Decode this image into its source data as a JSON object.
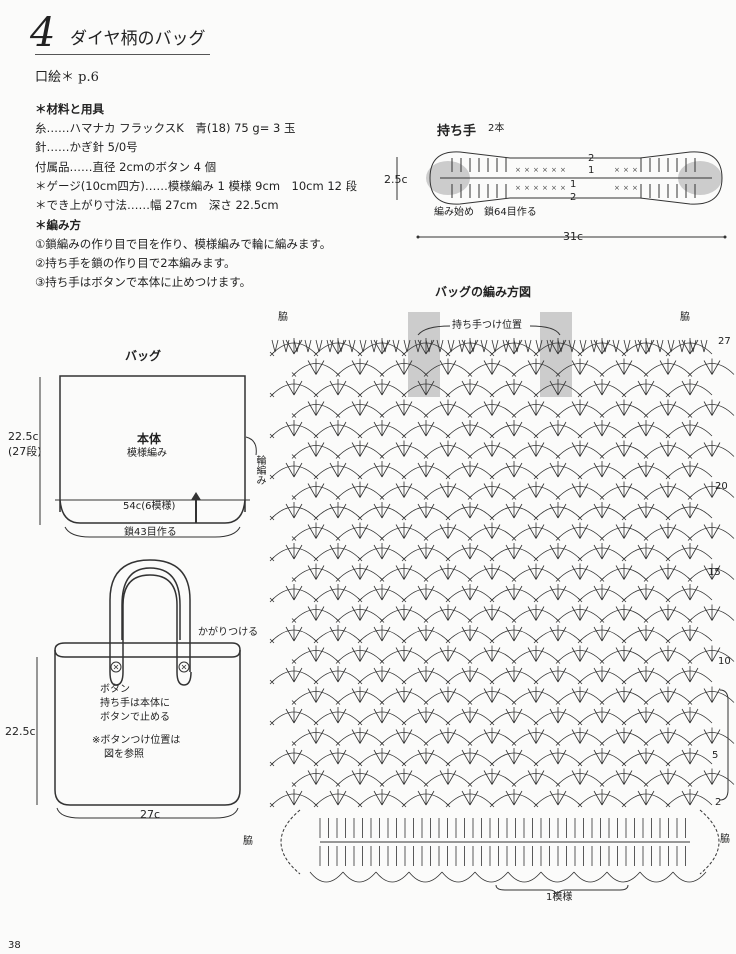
{
  "header": {
    "number": "4",
    "title": "ダイヤ柄のバッグ",
    "frontispiece": "口絵＊ p.6"
  },
  "materials": {
    "heading": "＊材料と用具",
    "yarn": "糸……ハマナカ フラックスK　青(18) 75 g= 3 玉",
    "needle": "針……かぎ針 5/0号",
    "accessories": "付属品……直径 2cmのボタン 4 個",
    "gauge": "＊ゲージ(10cm四方)……模様編み 1 模様 9cm　10cm 12 段",
    "size": "＊でき上がり寸法……幅 27cm　深さ 22.5cm",
    "method_heading": "＊編み方",
    "steps": [
      "①鎖編みの作り目で目を作り、模様編みで輪に編みます。",
      "②持ち手を鎖の作り目で2本編みます。",
      "③持ち手はボタンで本体に止めつけます。"
    ]
  },
  "handle": {
    "title": "持ち手",
    "count": "2本",
    "height": "2.5c",
    "start_note": "編み始め　鎖64目作る",
    "width": "31c",
    "row_labels": [
      "2",
      "1",
      "1",
      "2"
    ]
  },
  "bag_schematic": {
    "title": "バッグ",
    "height": "22.5c",
    "rows": "(27段)",
    "body": "本体",
    "stitch": "模様編み",
    "round": "輪編み",
    "circumference": "54c(6模様)",
    "foundation": "鎖43目作る"
  },
  "bag_illustration": {
    "attach": "かがりつける",
    "button_notes": [
      "ボタン",
      "持ち手は本体に",
      "ボタンで止める"
    ],
    "button_ref": [
      "※ボタンつけ位置は",
      "図を参照"
    ],
    "height": "22.5c",
    "width": "27c"
  },
  "chart": {
    "title": "バッグの編み方図",
    "side": "脇",
    "handle_position": "持ち手つけ位置",
    "row_numbers": [
      "27",
      "20",
      "15",
      "10",
      "5",
      "2"
    ],
    "repeat": "1模様"
  },
  "page_number": "38"
}
